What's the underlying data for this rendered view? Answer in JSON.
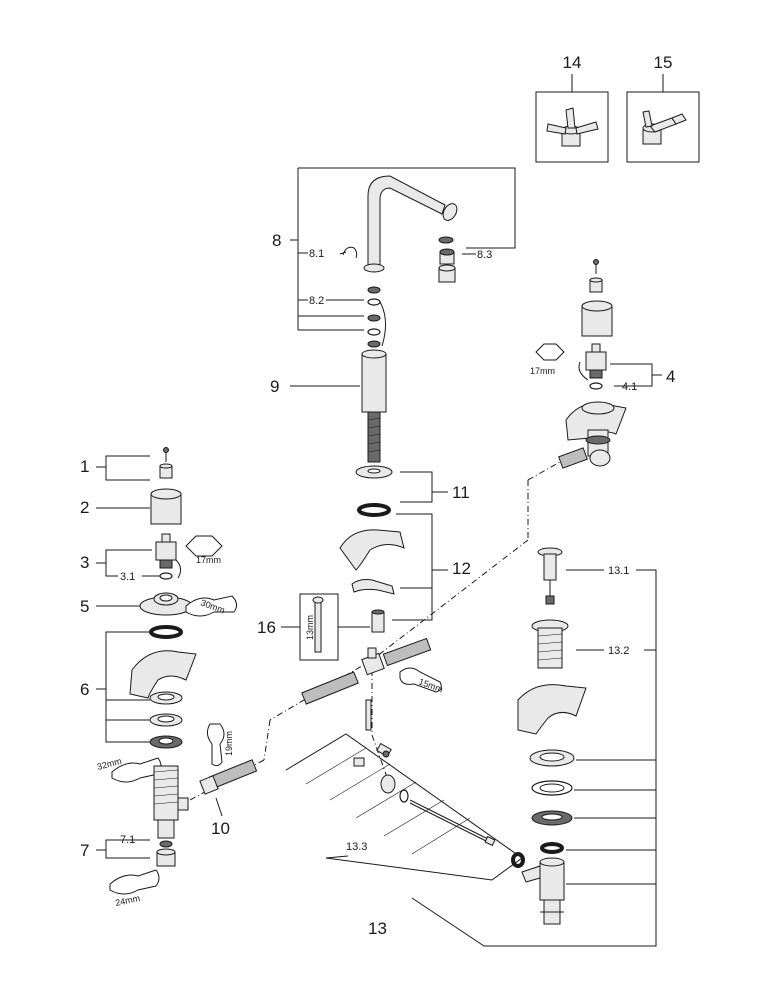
{
  "callouts": {
    "c1": "1",
    "c2": "2",
    "c3": "3",
    "c3_1": "3.1",
    "c4": "4",
    "c4_1": "4.1",
    "c5": "5",
    "c6": "6",
    "c7": "7",
    "c7_1": "7.1",
    "c8": "8",
    "c8_1": "8.1",
    "c8_2": "8.2",
    "c8_3": "8.3",
    "c9": "9",
    "c10": "10",
    "c11": "11",
    "c12": "12",
    "c13": "13",
    "c13_1": "13.1",
    "c13_2": "13.2",
    "c13_3": "13.3",
    "c14": "14",
    "c15": "15",
    "c16": "16"
  },
  "tool_sizes": {
    "hex_left": "17mm",
    "hex_right": "17mm",
    "wrench_5": "30mm",
    "wrench_6": "32mm",
    "wrench_7": "24mm",
    "wrench_10": "19mm",
    "wrench_hose": "15mm",
    "gauge_16": "13mm"
  }
}
